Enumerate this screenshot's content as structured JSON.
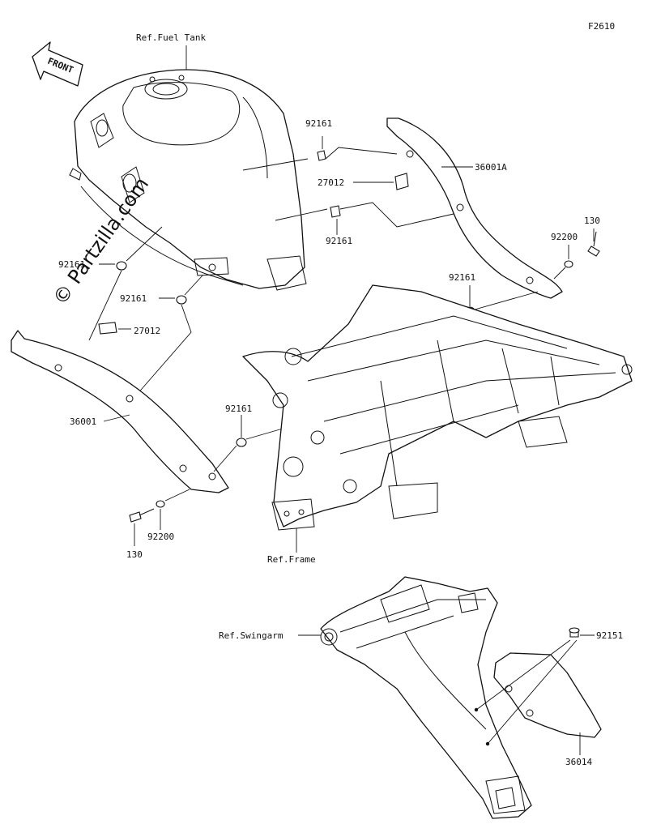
{
  "figure_code": "F2610",
  "front_label": "FRONT",
  "watermark": "© Partzilla.com",
  "references": {
    "fuel_tank": "Ref.Fuel Tank",
    "frame": "Ref.Frame",
    "swingarm": "Ref.Swingarm"
  },
  "callouts": {
    "c1": "92161",
    "c2": "27012",
    "c3": "36001A",
    "c4": "92161",
    "c5": "130",
    "c6": "92200",
    "c7": "92161",
    "c8": "92161",
    "c9": "92161",
    "c10": "27012",
    "c11": "36001",
    "c12": "92161",
    "c13": "130",
    "c14": "92200",
    "c15": "92151",
    "c16": "36014"
  }
}
